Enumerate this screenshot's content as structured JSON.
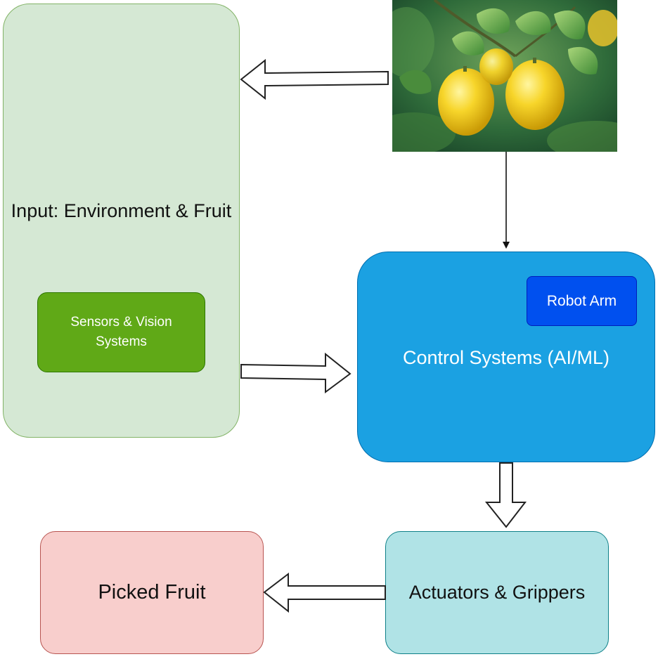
{
  "nodes": {
    "input": {
      "label": "Input: Environment & Fruit"
    },
    "sensors": {
      "label": "Sensors & Vision Systems"
    },
    "control": {
      "label": "Control Systems (AI/ML)"
    },
    "robot_arm": {
      "label": "Robot Arm"
    },
    "actuators": {
      "label": "Actuators & Grippers"
    },
    "picked": {
      "label": "Picked Fruit"
    }
  },
  "photo": {
    "subject": "lemons on tree"
  },
  "colors": {
    "input_fill": "#d5e8d4",
    "input_stroke": "#82b366",
    "sensors_fill": "#60a917",
    "control_fill": "#1ba1e2",
    "robot_arm_fill": "#0050ef",
    "actuators_fill": "#b0e3e6",
    "picked_fill": "#f8cecc"
  },
  "edges": [
    {
      "from": "photo",
      "to": "input",
      "style": "hollow"
    },
    {
      "from": "photo",
      "to": "control",
      "style": "line"
    },
    {
      "from": "input",
      "to": "control",
      "style": "hollow"
    },
    {
      "from": "control",
      "to": "actuators",
      "style": "hollow"
    },
    {
      "from": "actuators",
      "to": "picked",
      "style": "hollow"
    }
  ]
}
